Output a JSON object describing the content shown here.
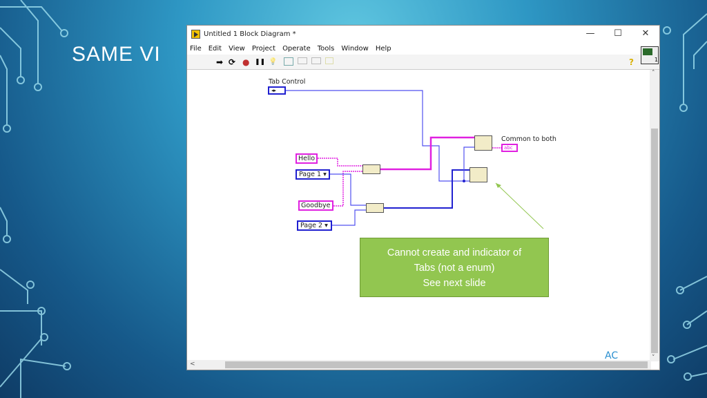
{
  "slide": {
    "title": "SAME VI",
    "footer": "AC",
    "note_lines": [
      "Cannot create and indicator of",
      "Tabs (not a enum)",
      "See next slide"
    ]
  },
  "window": {
    "title": "Untitled 1 Block Diagram *",
    "controls": [
      "—",
      "☐",
      "✕"
    ],
    "menu": [
      "File",
      "Edit",
      "View",
      "Project",
      "Operate",
      "Tools",
      "Window",
      "Help"
    ],
    "toolbar": {
      "run": "➡",
      "run_continuous": "⟳",
      "abort": "●",
      "pause": "❚❚",
      "highlight": "💡",
      "help": "?",
      "vi_icon_number": "1"
    }
  },
  "diagram": {
    "tab_control_label": "Tab Control",
    "tab_control_glyph": "◂▸",
    "hello": "Hello",
    "goodbye": "Goodbye",
    "page1": "Page 1",
    "page2": "Page 2",
    "dropdown": "▾",
    "indicator_label": "Common to both",
    "indicator_glyph": "abc"
  },
  "colors": {
    "string_wire": "#e020e0",
    "enum_wire": "#2020d0",
    "note_bg": "#92c650"
  }
}
